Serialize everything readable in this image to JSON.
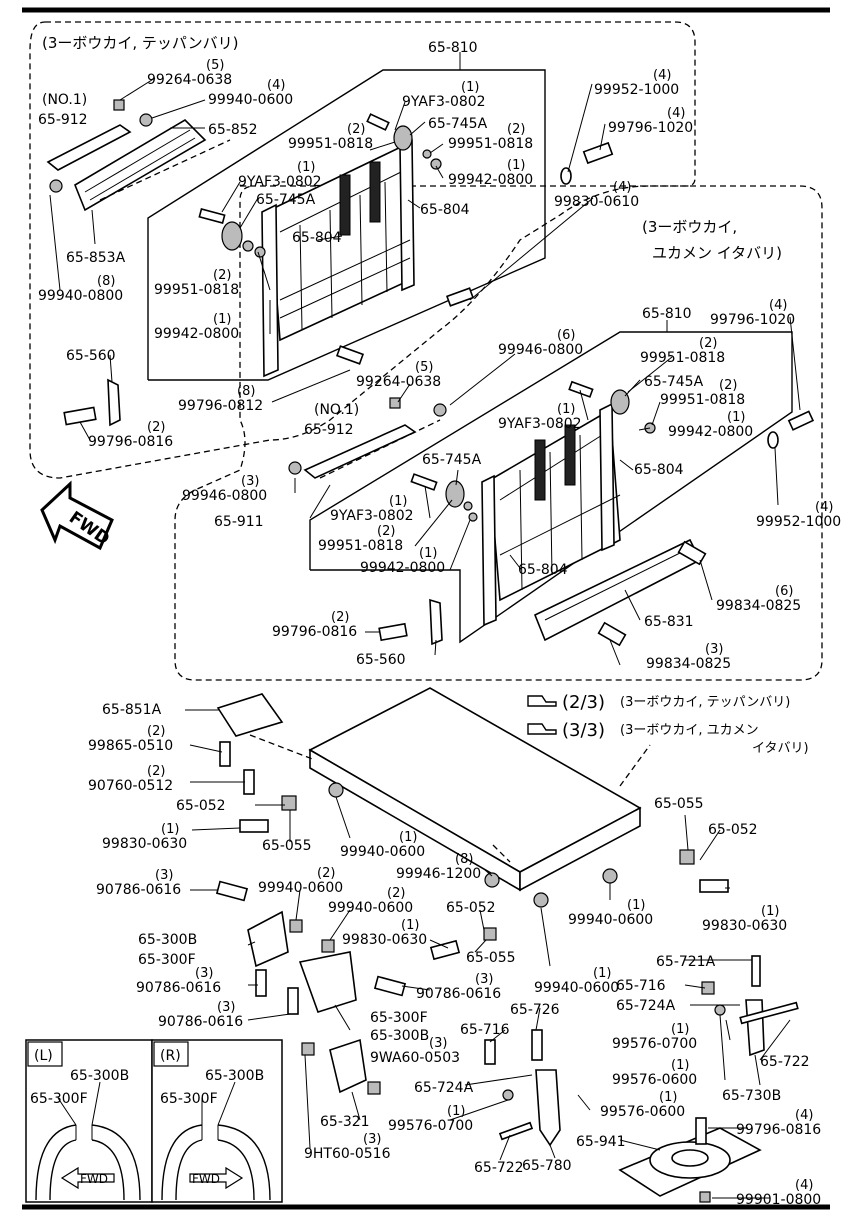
{
  "notes": {
    "group2_title": "(3ーボウカイ, テッパンバリ)",
    "group3_title_line1": "(3ーボウカイ,",
    "group3_title_line2": "ユカメン イタバリ)",
    "ref_2_3_num": "(2/3)",
    "ref_2_3_text": "(3ーボウカイ, テッパンバリ)",
    "ref_3_3_num": "(3/3)",
    "ref_3_3_text_line1": "(3ーボウカイ, ユカメン",
    "ref_3_3_text_line2": "イタバリ)"
  },
  "badges": {
    "fwd_arrow": "FWD"
  },
  "insets": {
    "left": {
      "tag": "(L)",
      "label_b": "65-300B",
      "label_f": "65-300F",
      "fwd": "FWD"
    },
    "right": {
      "tag": "(R)",
      "label_b": "65-300B",
      "label_f": "65-300F",
      "fwd": "FWD"
    }
  },
  "callouts": [
    {
      "id": "99264-0638-a",
      "part": "99264-0638",
      "qty": "(5)"
    },
    {
      "id": "no1-a",
      "part": "(NO.1)",
      "qty": ""
    },
    {
      "id": "65-912-a",
      "part": "65-912",
      "qty": ""
    },
    {
      "id": "99940-0600-a",
      "part": "99940-0600",
      "qty": "(4)"
    },
    {
      "id": "65-852",
      "part": "65-852",
      "qty": ""
    },
    {
      "id": "65-810-a",
      "part": "65-810",
      "qty": ""
    },
    {
      "id": "9YAF3-0802-a",
      "part": "9YAF3-0802",
      "qty": "(1)"
    },
    {
      "id": "65-745A-a",
      "part": "65-745A",
      "qty": ""
    },
    {
      "id": "99951-0818-a",
      "part": "99951-0818",
      "qty": "(2)"
    },
    {
      "id": "99951-0818-b",
      "part": "99951-0818",
      "qty": "(2)"
    },
    {
      "id": "99942-0800-a",
      "part": "99942-0800",
      "qty": "(1)"
    },
    {
      "id": "9YAF3-0802-b",
      "part": "9YAF3-0802",
      "qty": "(1)"
    },
    {
      "id": "65-745A-b",
      "part": "65-745A",
      "qty": ""
    },
    {
      "id": "65-804-a",
      "part": "65-804",
      "qty": ""
    },
    {
      "id": "65-804-b",
      "part": "65-804",
      "qty": ""
    },
    {
      "id": "65-853A",
      "part": "65-853A",
      "qty": ""
    },
    {
      "id": "99940-0800",
      "part": "99940-0800",
      "qty": "(8)"
    },
    {
      "id": "99951-0818-c",
      "part": "99951-0818",
      "qty": "(2)"
    },
    {
      "id": "99942-0800-b",
      "part": "99942-0800",
      "qty": "(1)"
    },
    {
      "id": "65-560-a",
      "part": "65-560",
      "qty": ""
    },
    {
      "id": "99796-0812",
      "part": "99796-0812",
      "qty": "(8)"
    },
    {
      "id": "99796-0816-a",
      "part": "99796-0816",
      "qty": "(2)"
    },
    {
      "id": "99952-1000-a",
      "part": "99952-1000",
      "qty": "(4)"
    },
    {
      "id": "99796-1020-a",
      "part": "99796-1020",
      "qty": "(4)"
    },
    {
      "id": "99830-0610",
      "part": "99830-0610",
      "qty": "(4)"
    },
    {
      "id": "65-810-b",
      "part": "65-810",
      "qty": ""
    },
    {
      "id": "99796-1020-b",
      "part": "99796-1020",
      "qty": "(4)"
    },
    {
      "id": "99946-0800-a",
      "part": "99946-0800",
      "qty": "(6)"
    },
    {
      "id": "99951-0818-d",
      "part": "99951-0818",
      "qty": "(2)"
    },
    {
      "id": "99264-0638-b",
      "part": "99264-0638",
      "qty": "(5)"
    },
    {
      "id": "65-745A-c",
      "part": "65-745A",
      "qty": ""
    },
    {
      "id": "99951-0818-e",
      "part": "99951-0818",
      "qty": "(2)"
    },
    {
      "id": "no1-b",
      "part": "(NO.1)",
      "qty": ""
    },
    {
      "id": "9YAF3-0802-c",
      "part": "9YAF3-0802",
      "qty": "(1)"
    },
    {
      "id": "99942-0800-c",
      "part": "99942-0800",
      "qty": "(1)"
    },
    {
      "id": "65-912-b",
      "part": "65-912",
      "qty": ""
    },
    {
      "id": "65-745A-d",
      "part": "65-745A",
      "qty": ""
    },
    {
      "id": "65-804-c",
      "part": "65-804",
      "qty": ""
    },
    {
      "id": "99946-0800-b",
      "part": "99946-0800",
      "qty": "(3)"
    },
    {
      "id": "65-911",
      "part": "65-911",
      "qty": ""
    },
    {
      "id": "9YAF3-0802-d",
      "part": "9YAF3-0802",
      "qty": "(1)"
    },
    {
      "id": "99951-0818-f",
      "part": "99951-0818",
      "qty": "(2)"
    },
    {
      "id": "99952-1000-b",
      "part": "99952-1000",
      "qty": "(4)"
    },
    {
      "id": "99942-0800-d",
      "part": "99942-0800",
      "qty": "(1)"
    },
    {
      "id": "65-804-d",
      "part": "65-804",
      "qty": ""
    },
    {
      "id": "99834-0825-a",
      "part": "99834-0825",
      "qty": "(6)"
    },
    {
      "id": "99796-0816-b",
      "part": "99796-0816",
      "qty": "(2)"
    },
    {
      "id": "65-831",
      "part": "65-831",
      "qty": ""
    },
    {
      "id": "65-560-b",
      "part": "65-560",
      "qty": ""
    },
    {
      "id": "99834-0825-b",
      "part": "99834-0825",
      "qty": "(3)"
    },
    {
      "id": "65-851A",
      "part": "65-851A",
      "qty": ""
    },
    {
      "id": "99865-0510",
      "part": "99865-0510",
      "qty": "(2)"
    },
    {
      "id": "90760-0512",
      "part": "90760-0512",
      "qty": "(2)"
    },
    {
      "id": "65-052-a",
      "part": "65-052",
      "qty": ""
    },
    {
      "id": "99830-0630-a",
      "part": "99830-0630",
      "qty": "(1)"
    },
    {
      "id": "65-055-a",
      "part": "65-055",
      "qty": ""
    },
    {
      "id": "99940-0600-b",
      "part": "99940-0600",
      "qty": "(1)"
    },
    {
      "id": "99946-1200",
      "part": "99946-1200",
      "qty": "(8)"
    },
    {
      "id": "65-055-b",
      "part": "65-055",
      "qty": ""
    },
    {
      "id": "65-052-b",
      "part": "65-052",
      "qty": ""
    },
    {
      "id": "90786-0616-a",
      "part": "90786-0616",
      "qty": "(3)"
    },
    {
      "id": "99940-0600-c",
      "part": "99940-0600",
      "qty": "(2)"
    },
    {
      "id": "99940-0600-d",
      "part": "99940-0600",
      "qty": "(2)"
    },
    {
      "id": "65-052-c",
      "part": "65-052",
      "qty": ""
    },
    {
      "id": "99830-0630-b",
      "part": "99830-0630",
      "qty": "(1)"
    },
    {
      "id": "65-055-c",
      "part": "65-055",
      "qty": ""
    },
    {
      "id": "99940-0600-e",
      "part": "99940-0600",
      "qty": "(1)"
    },
    {
      "id": "99830-0630-c",
      "part": "99830-0630",
      "qty": "(1)"
    },
    {
      "id": "65-300B-a",
      "part": "65-300B",
      "qty": ""
    },
    {
      "id": "65-300F-a",
      "part": "65-300F",
      "qty": ""
    },
    {
      "id": "90786-0616-b",
      "part": "90786-0616",
      "qty": "(3)"
    },
    {
      "id": "90786-0616-c",
      "part": "90786-0616",
      "qty": "(3)"
    },
    {
      "id": "90786-0616-d",
      "part": "90786-0616",
      "qty": "(3)"
    },
    {
      "id": "99940-0600-f",
      "part": "99940-0600",
      "qty": "(1)"
    },
    {
      "id": "65-721A",
      "part": "65-721A",
      "qty": ""
    },
    {
      "id": "65-716-a",
      "part": "65-716",
      "qty": ""
    },
    {
      "id": "65-724A-a",
      "part": "65-724A",
      "qty": ""
    },
    {
      "id": "99576-0700-a",
      "part": "99576-0700",
      "qty": "(1)"
    },
    {
      "id": "65-722-a",
      "part": "65-722",
      "qty": ""
    },
    {
      "id": "99576-0600-a",
      "part": "99576-0600",
      "qty": "(1)"
    },
    {
      "id": "65-730B",
      "part": "65-730B",
      "qty": ""
    },
    {
      "id": "65-300F-b",
      "part": "65-300F",
      "qty": ""
    },
    {
      "id": "65-300B-b",
      "part": "65-300B",
      "qty": ""
    },
    {
      "id": "65-726",
      "part": "65-726",
      "qty": ""
    },
    {
      "id": "65-716-b",
      "part": "65-716",
      "qty": ""
    },
    {
      "id": "9WA60-0503",
      "part": "9WA60-0503",
      "qty": "(3)"
    },
    {
      "id": "65-724A-b",
      "part": "65-724A",
      "qty": ""
    },
    {
      "id": "65-321",
      "part": "65-321",
      "qty": ""
    },
    {
      "id": "99576-0700-b",
      "part": "99576-0700",
      "qty": "(1)"
    },
    {
      "id": "99576-0600-b",
      "part": "99576-0600",
      "qty": "(1)"
    },
    {
      "id": "99796-0816-c",
      "part": "99796-0816",
      "qty": "(4)"
    },
    {
      "id": "65-941",
      "part": "65-941",
      "qty": ""
    },
    {
      "id": "9HT60-0516",
      "part": "9HT60-0516",
      "qty": "(3)"
    },
    {
      "id": "65-722-b",
      "part": "65-722",
      "qty": ""
    },
    {
      "id": "65-780",
      "part": "65-780",
      "qty": ""
    },
    {
      "id": "99901-0800",
      "part": "99901-0800",
      "qty": "(4)"
    }
  ]
}
